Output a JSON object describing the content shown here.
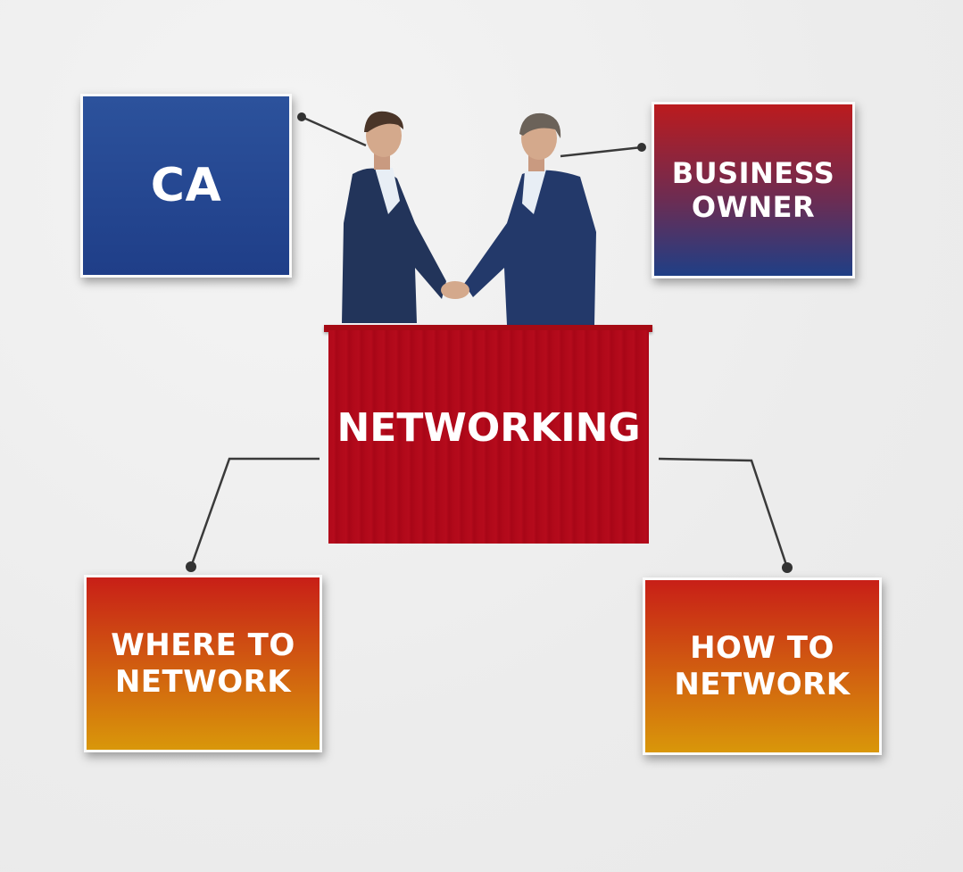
{
  "center": {
    "label": "NETWORKING"
  },
  "nodes": {
    "ca": "CA",
    "business_owner": [
      "BUSINESS",
      "OWNER"
    ],
    "where_to_network": [
      "WHERE TO",
      "NETWORK"
    ],
    "how_to_network": [
      "HOW TO",
      "NETWORK"
    ]
  },
  "colors": {
    "blue": "#2c529c",
    "red": "#b1091a",
    "orange": "#d9970a",
    "connector": "#333333"
  }
}
